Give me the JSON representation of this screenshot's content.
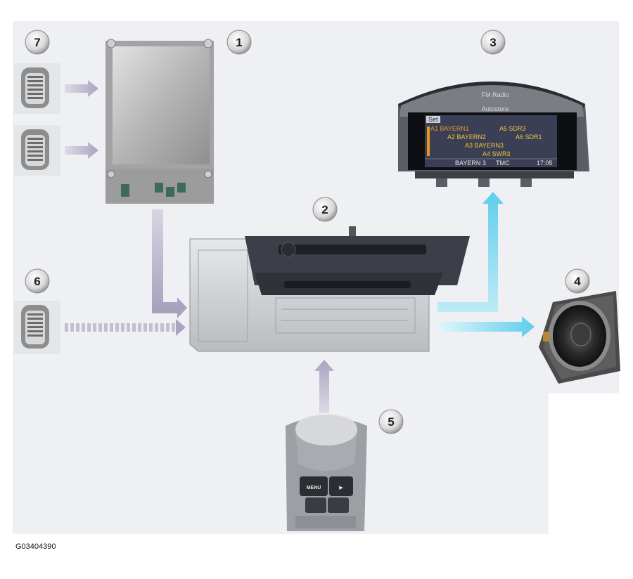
{
  "badges": [
    "1",
    "2",
    "3",
    "4",
    "5",
    "6",
    "7"
  ],
  "screen": {
    "source": "FM Radio",
    "mode": "Autostore",
    "set_label": "Set",
    "stations": [
      {
        "label": "A1 BAYERN1",
        "highlight": true
      },
      {
        "label": "A5 SDR3",
        "highlight": false
      },
      {
        "label": "A2 BAYERN2",
        "highlight": false
      },
      {
        "label": "A6 SDR1",
        "highlight": false
      },
      {
        "label": "A3 BAYERN3",
        "highlight": false
      },
      {
        "label": "A4 SWR3",
        "highlight": false
      }
    ],
    "status": {
      "station": "BAYERN 3",
      "tmc": "TMC",
      "time": "17:05"
    }
  },
  "controller": {
    "menu_label": "MENU"
  },
  "caption": "G03404390",
  "colors": {
    "panel_bg": "#eef0f3",
    "gray_arrow": "#b3aec6",
    "cyan_arrow": "#6fd4ef",
    "screen_bg": "#3a3f55",
    "screen_text": "#f2c43d",
    "station_highlight": "#e8951e",
    "badge_fill": "#dcdcdc"
  }
}
